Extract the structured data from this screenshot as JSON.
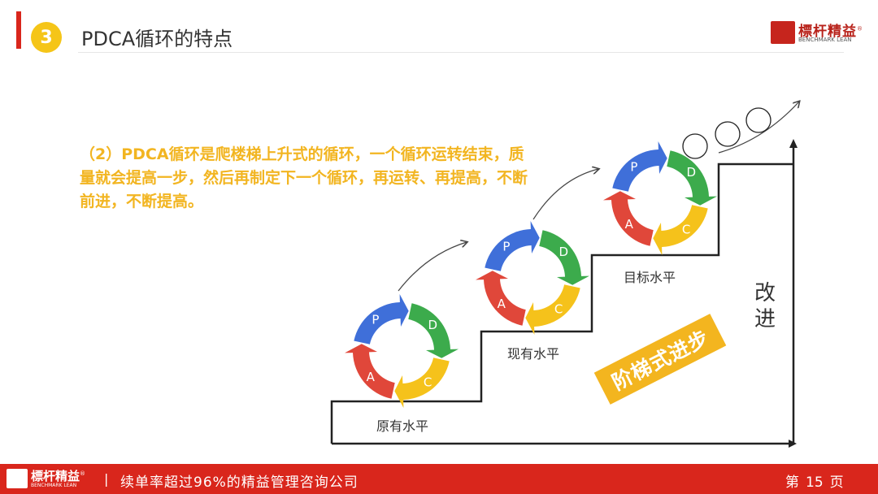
{
  "header": {
    "section_number": "3",
    "title": "PDCA循环的特点",
    "logo_brand": "標杆精益",
    "logo_registered": "®",
    "logo_sub": "BENCHMARK LEAN"
  },
  "body": {
    "paragraph": "（2）PDCA循环是爬楼梯上升式的循环，一个循环运转结束，质量就会提高一步，然后再制定下一个循环，再运转、再提高，不断前进，不断提高。"
  },
  "diagram": {
    "cycle_letters": [
      "P",
      "D",
      "C",
      "A"
    ],
    "level_labels": [
      "原有水平",
      "现有水平",
      "目标水平"
    ],
    "axis_label": "改进",
    "stair_tag": "阶梯式进步",
    "colors": {
      "P": "#3f6fd9",
      "D": "#3cab4c",
      "C": "#f5c21b",
      "A": "#e0473a"
    }
  },
  "footer": {
    "logo_brand": "標杆精益",
    "logo_registered": "®",
    "logo_sub": "BENCHMARK LEAN",
    "separator": "|",
    "slogan": "续单率超过96%的精益管理咨询公司",
    "page_prefix": "第",
    "page_number": "15",
    "page_suffix": "页"
  },
  "colors": {
    "brand_red": "#d9261c",
    "accent_yellow": "#f2b521"
  }
}
